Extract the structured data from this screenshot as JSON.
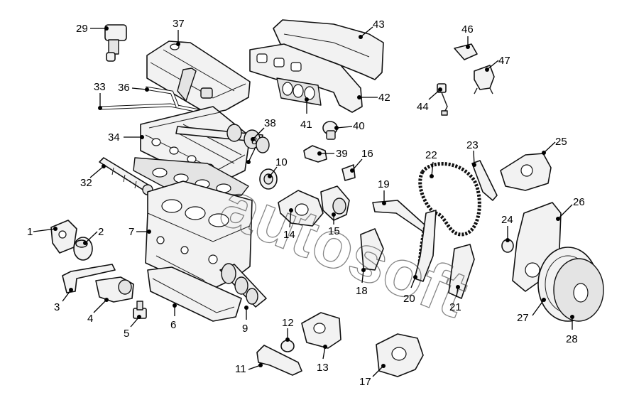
{
  "watermark": "autosoft",
  "callouts": [
    {
      "id": "c1",
      "label": "1"
    },
    {
      "id": "c2",
      "label": "2"
    },
    {
      "id": "c3",
      "label": "3"
    },
    {
      "id": "c4",
      "label": "4"
    },
    {
      "id": "c5",
      "label": "5"
    },
    {
      "id": "c6",
      "label": "6"
    },
    {
      "id": "c7",
      "label": "7"
    },
    {
      "id": "c8",
      "label": "8"
    },
    {
      "id": "c9",
      "label": "9"
    },
    {
      "id": "c10",
      "label": "10"
    },
    {
      "id": "c11",
      "label": "11"
    },
    {
      "id": "c12",
      "label": "12"
    },
    {
      "id": "c13",
      "label": "13"
    },
    {
      "id": "c14",
      "label": "14"
    },
    {
      "id": "c15",
      "label": "15"
    },
    {
      "id": "c16",
      "label": "16"
    },
    {
      "id": "c17",
      "label": "17"
    },
    {
      "id": "c18",
      "label": "18"
    },
    {
      "id": "c19",
      "label": "19"
    },
    {
      "id": "c20",
      "label": "20"
    },
    {
      "id": "c21",
      "label": "21"
    },
    {
      "id": "c22",
      "label": "22"
    },
    {
      "id": "c23",
      "label": "23"
    },
    {
      "id": "c24",
      "label": "24"
    },
    {
      "id": "c25",
      "label": "25"
    },
    {
      "id": "c26",
      "label": "26"
    },
    {
      "id": "c27",
      "label": "27"
    },
    {
      "id": "c28",
      "label": "28"
    },
    {
      "id": "c29",
      "label": "29"
    },
    {
      "id": "c32",
      "label": "32"
    },
    {
      "id": "c33",
      "label": "33"
    },
    {
      "id": "c34",
      "label": "34"
    },
    {
      "id": "c36",
      "label": "36"
    },
    {
      "id": "c37",
      "label": "37"
    },
    {
      "id": "c38",
      "label": "38"
    },
    {
      "id": "c39",
      "label": "39"
    },
    {
      "id": "c40",
      "label": "40"
    },
    {
      "id": "c41",
      "label": "41"
    },
    {
      "id": "c42",
      "label": "42"
    },
    {
      "id": "c43",
      "label": "43"
    },
    {
      "id": "c44",
      "label": "44"
    },
    {
      "id": "c46",
      "label": "46"
    },
    {
      "id": "c47",
      "label": "47"
    }
  ]
}
